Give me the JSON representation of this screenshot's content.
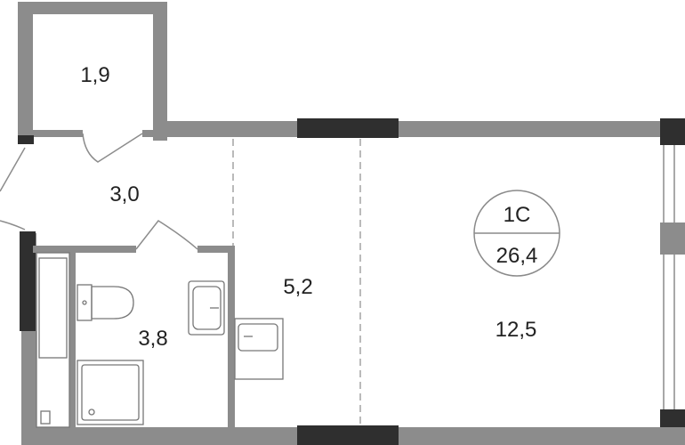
{
  "apartment": {
    "type_label": "1С",
    "total_area": "26,4"
  },
  "rooms": {
    "storage": {
      "area": "1,9"
    },
    "hall": {
      "area": "3,0"
    },
    "bathroom": {
      "area": "3,8"
    },
    "kitchen": {
      "area": "5,2"
    },
    "living": {
      "area": "12,5"
    }
  },
  "colors": {
    "wall": "#8c8c8c",
    "wall_dark": "#2f2f2f",
    "fixture": "#777777",
    "badge_line": "#8a8a8a",
    "text": "#222222"
  }
}
